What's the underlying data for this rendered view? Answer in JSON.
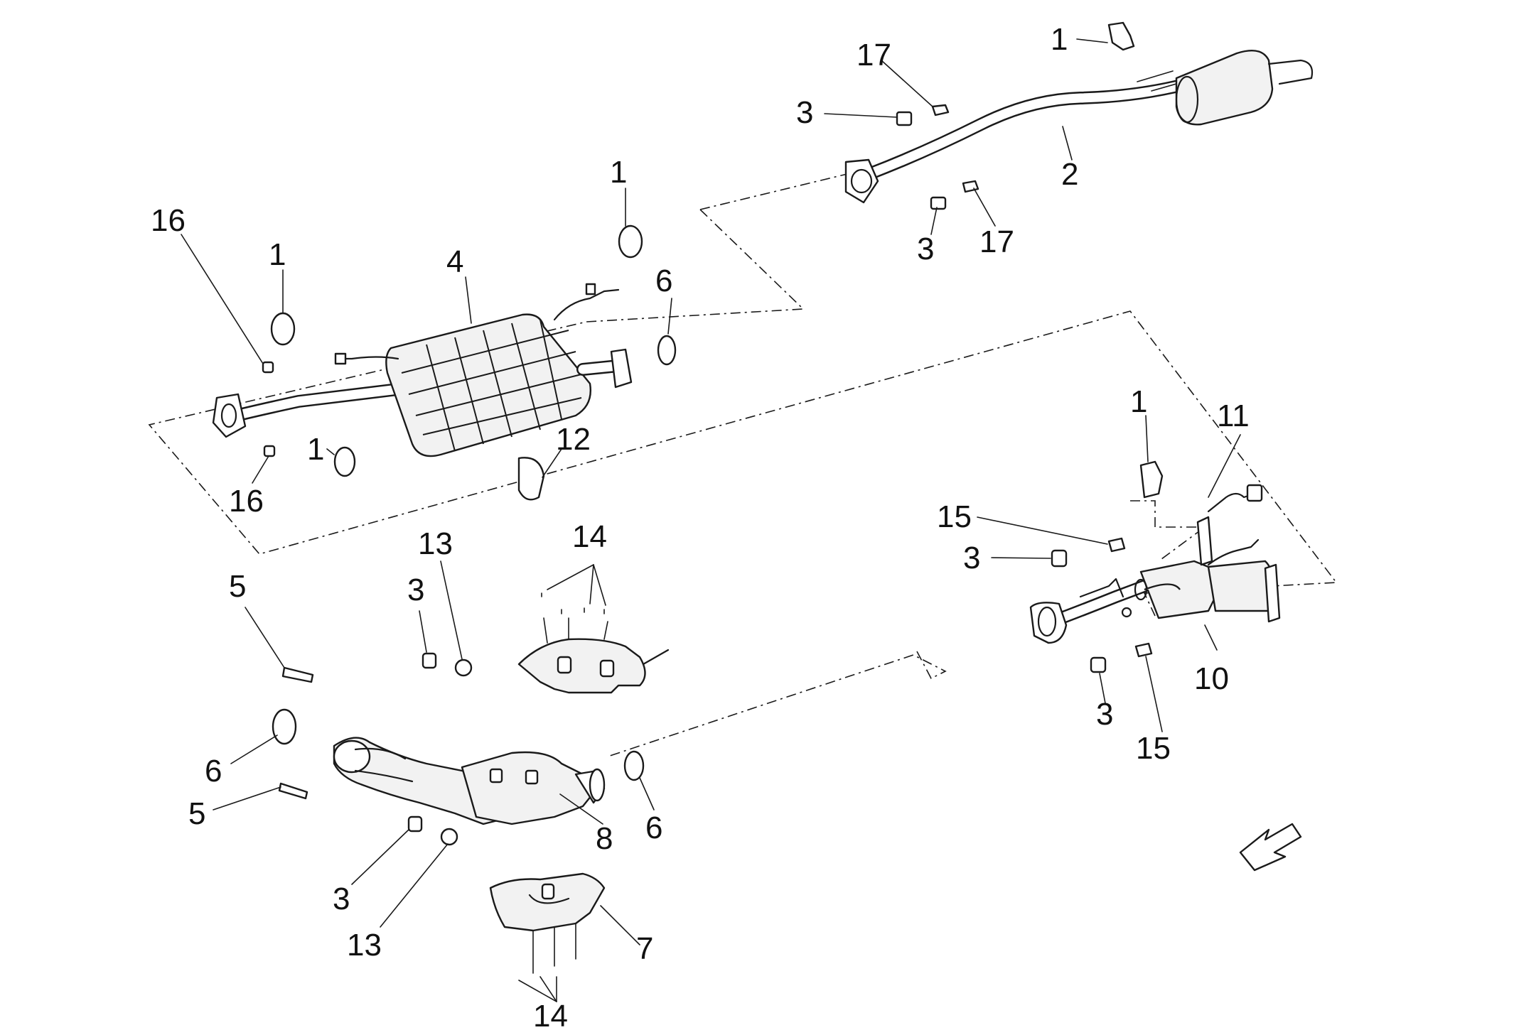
{
  "diagram": {
    "callouts": {
      "c1_top_right": "1",
      "c17_top": "17",
      "c3_top": "3",
      "c2": "2",
      "c3_mid_top": "3",
      "c17_mid": "17",
      "c1_upper_mid": "1",
      "c16_top": "16",
      "c1_left": "1",
      "c4": "4",
      "c6_upper": "6",
      "c1_lower_left": "1",
      "c16_bottom": "16",
      "c12": "12",
      "c1_right": "1",
      "c11": "11",
      "c15_upper": "15",
      "c3_right_upper": "3",
      "c10": "10",
      "c3_right_lower": "3",
      "c15_lower": "15",
      "c13_top": "13",
      "c14_top": "14",
      "c3_left_upper": "3",
      "c5_upper": "5",
      "c6_left": "6",
      "c5_lower": "5",
      "c8": "8",
      "c6_lower": "6",
      "c3_left_lower": "3",
      "c13_bottom": "13",
      "c7": "7",
      "c14_bottom": "14"
    }
  }
}
